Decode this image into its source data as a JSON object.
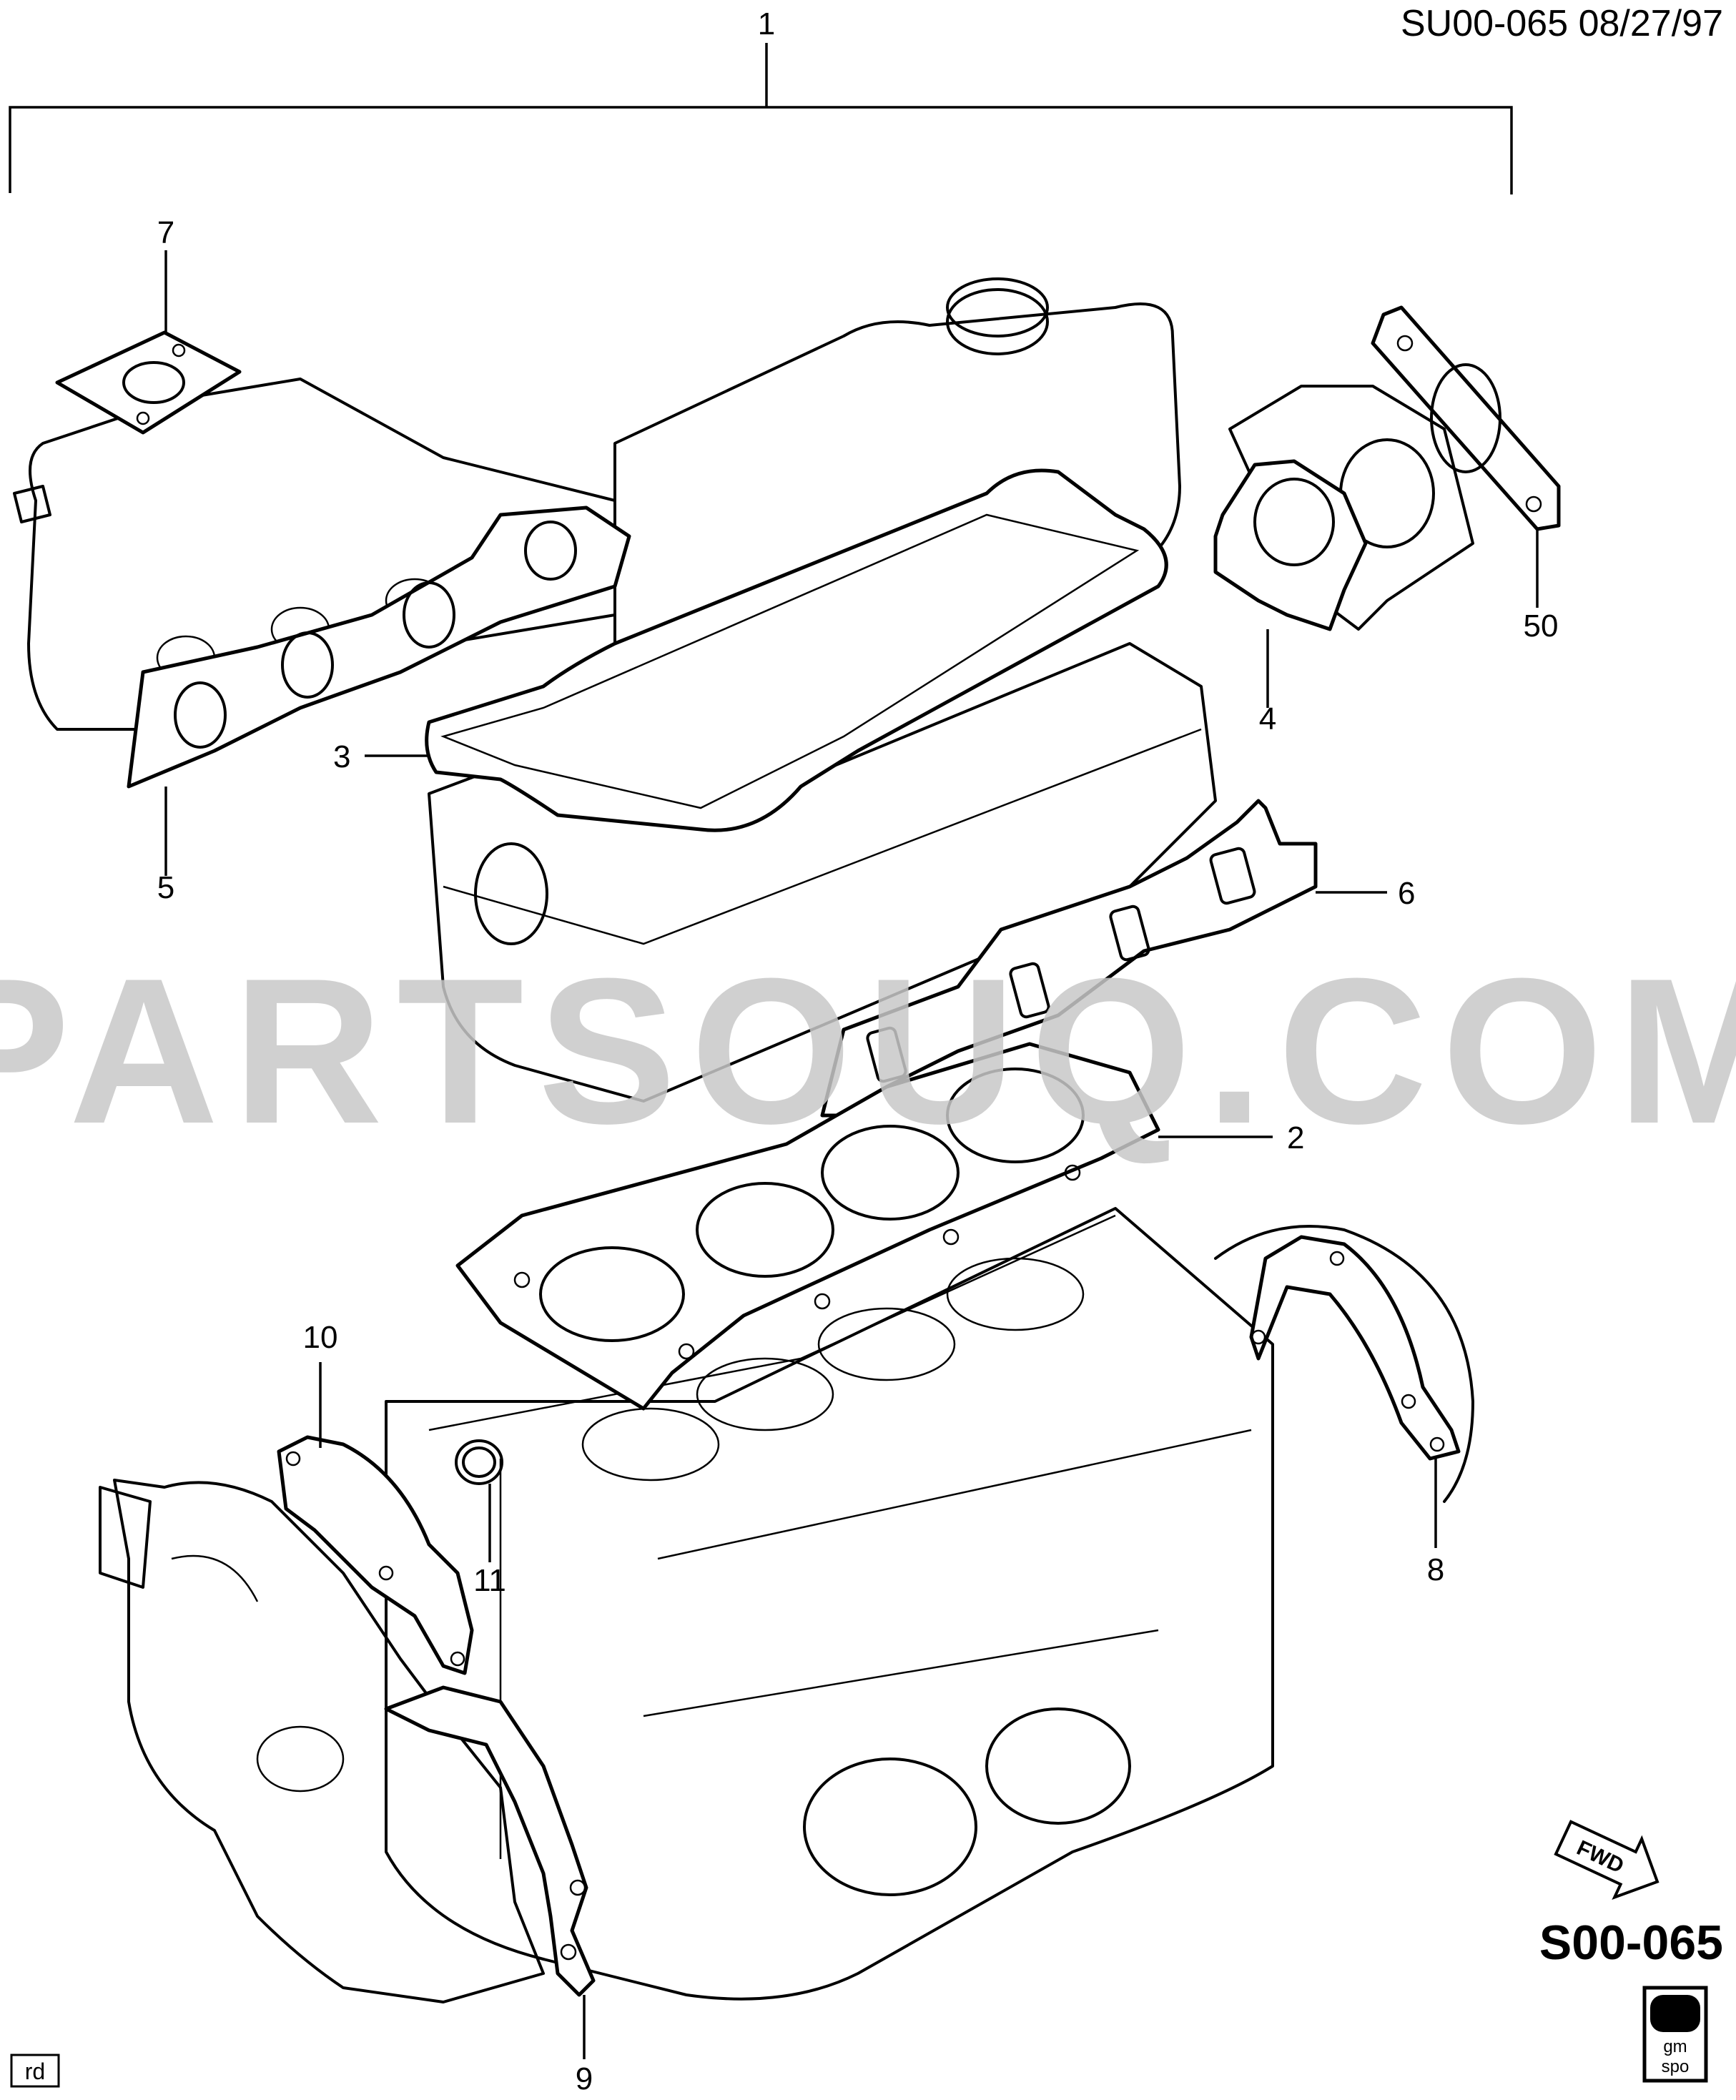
{
  "header": {
    "drawing_ref": "SU00-065 08/27/97"
  },
  "watermark": {
    "text": "PARTSOUQ.COM",
    "color": "#c8c8c8"
  },
  "callouts": [
    {
      "id": "c1",
      "label": "1"
    },
    {
      "id": "c2",
      "label": "2"
    },
    {
      "id": "c3",
      "label": "3"
    },
    {
      "id": "c4",
      "label": "4"
    },
    {
      "id": "c5",
      "label": "5"
    },
    {
      "id": "c6",
      "label": "6"
    },
    {
      "id": "c7",
      "label": "7"
    },
    {
      "id": "c8",
      "label": "8"
    },
    {
      "id": "c9",
      "label": "9"
    },
    {
      "id": "c10",
      "label": "10"
    },
    {
      "id": "c11",
      "label": "11"
    },
    {
      "id": "c50",
      "label": "50"
    }
  ],
  "fwd_badge": {
    "text": "FWD"
  },
  "catalog_code": {
    "text": "S00-065"
  },
  "corner_tag": {
    "text": "rd"
  },
  "gm_logo": {
    "line1": "gm",
    "line2": "spo"
  }
}
